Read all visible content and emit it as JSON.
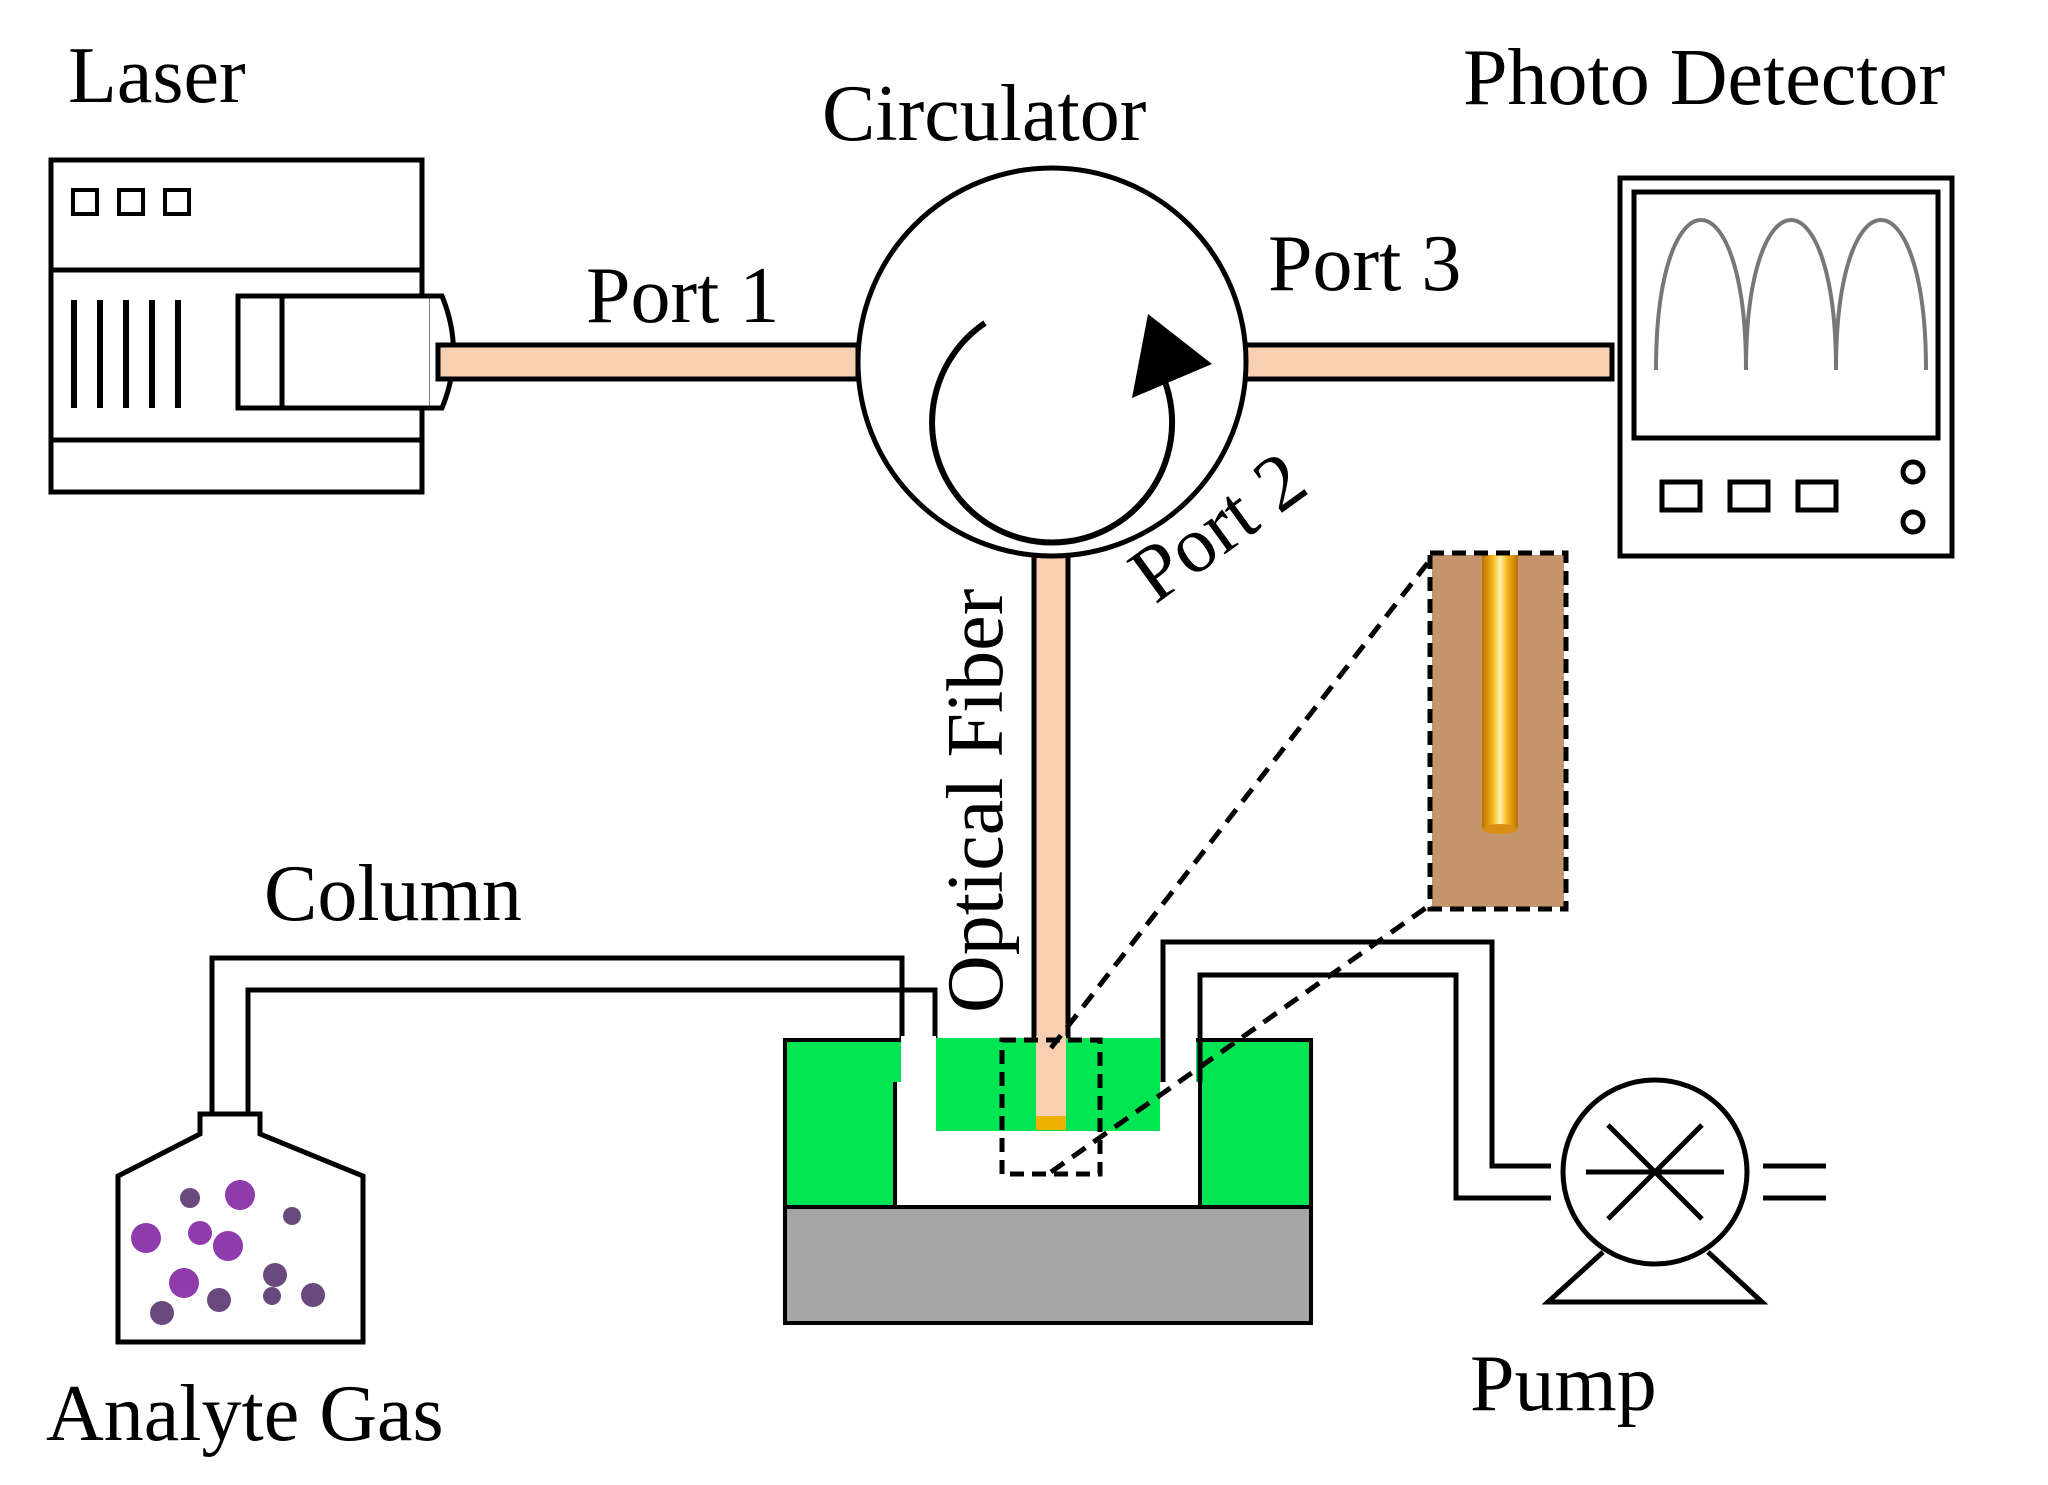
{
  "labels": {
    "laser": "Laser",
    "circulator": "Circulator",
    "photo_detector": "Photo Detector",
    "port1": "Port 1",
    "port2": "Port 2",
    "port3": "Port 3",
    "optical_fiber": "Optical Fiber",
    "column": "Column",
    "analyte_gas": "Analyte Gas",
    "pump": "Pump"
  },
  "colors": {
    "fiber_fill": "#f8cfb0",
    "chamber_green": "#00e551",
    "chamber_base": "#a6a6a6",
    "fiber_tip": "#f0b000",
    "gas_molecule_light": "#8e3cad",
    "gas_molecule_dark": "#6a4a7e",
    "inset_background": "#c4946c",
    "inset_fiber": "#f2a100"
  }
}
